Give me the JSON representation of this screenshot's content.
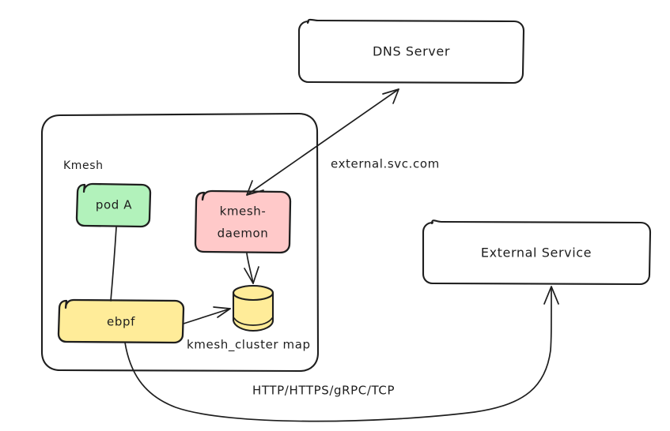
{
  "diagram": {
    "title_present": false,
    "background": "#ffffff",
    "stroke_color": "#1e1e1e",
    "style": "hand-drawn"
  },
  "groups": [
    {
      "id": "kmesh-group",
      "label": "Kmesh",
      "fill": "#ffffff",
      "stroke": "#1e1e1e"
    }
  ],
  "nodes": [
    {
      "id": "dns-server",
      "label": "DNS Server",
      "shape": "rounded-rect",
      "fill": "#ffffff",
      "stroke": "#1e1e1e"
    },
    {
      "id": "pod-a",
      "label": "pod A",
      "shape": "rounded-rect",
      "fill": "#b2f2bb",
      "stroke": "#1e1e1e"
    },
    {
      "id": "kmesh-daemon",
      "label": "kmesh-daemon",
      "label_line1": "kmesh-",
      "label_line2": "daemon",
      "shape": "rounded-rect",
      "fill": "#ffc9c9",
      "stroke": "#1e1e1e"
    },
    {
      "id": "ebpf",
      "label": "ebpf",
      "shape": "rounded-rect",
      "fill": "#ffec99",
      "stroke": "#1e1e1e"
    },
    {
      "id": "kmesh-cluster-map",
      "label": "kmesh_cluster map",
      "shape": "cylinder",
      "fill": "#ffec99",
      "stroke": "#1e1e1e"
    },
    {
      "id": "external-service",
      "label": "External Service",
      "shape": "rounded-rect",
      "fill": "#ffffff",
      "stroke": "#1e1e1e"
    }
  ],
  "edges": [
    {
      "id": "daemon-dns",
      "from": "kmesh-daemon",
      "to": "dns-server",
      "label": "external.svc.com",
      "arrow": "both"
    },
    {
      "id": "daemon-map",
      "from": "kmesh-daemon",
      "to": "kmesh-cluster-map",
      "label": "",
      "arrow": "end"
    },
    {
      "id": "ebpf-map",
      "from": "ebpf",
      "to": "kmesh-cluster-map",
      "label": "",
      "arrow": "end"
    },
    {
      "id": "pod-ebpf",
      "from": "pod-a",
      "to": "ebpf",
      "label": "",
      "arrow": "none"
    },
    {
      "id": "ebpf-external",
      "from": "ebpf",
      "to": "external-service",
      "label": "HTTP/HTTPS/gRPC/TCP",
      "arrow": "end"
    }
  ]
}
